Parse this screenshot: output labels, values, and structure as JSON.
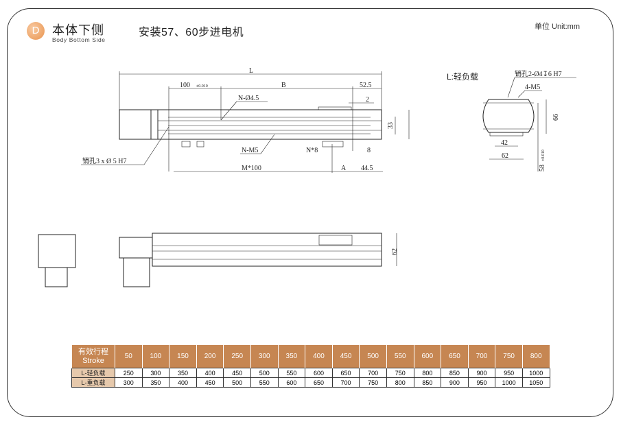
{
  "header": {
    "badge": "D",
    "section_title": "本体下侧",
    "section_subtitle": "Body Bottom Side",
    "title": "安装57、60步进电机",
    "unit": "单位 Unit:mm"
  },
  "drawing": {
    "top_view": {
      "L": "L",
      "dim_100": "100",
      "tol_100": "±0.010",
      "B": "B",
      "dim_52_5": "52.5",
      "hole": "N-Ø4.5",
      "dim_2": "2",
      "dim_33": "33",
      "n_m5": "N-M5",
      "n8": "N*8",
      "dim_8": "8",
      "pin": "销孔3 x Ø 5 H7",
      "m100": "M*100",
      "A": "A",
      "dim_44_5": "44.5"
    },
    "end_view": {
      "title": "L:轻负载",
      "pin": "销孔2-Ø4↧6 H7",
      "m5": "4-M5",
      "dim_66": "66",
      "dim_42": "42",
      "dim_62": "62",
      "dim_58": "58",
      "tol_58": "±0.010"
    },
    "side_view": {
      "dim_62": "62"
    }
  },
  "table": {
    "header_label": "有效行程",
    "header_label_en": "Stroke",
    "strokes": [
      "50",
      "100",
      "150",
      "200",
      "250",
      "300",
      "350",
      "400",
      "450",
      "500",
      "550",
      "600",
      "650",
      "700",
      "750",
      "800"
    ],
    "rows": [
      {
        "label": "L-轻负载",
        "values": [
          "250",
          "300",
          "350",
          "400",
          "450",
          "500",
          "550",
          "600",
          "650",
          "700",
          "750",
          "800",
          "850",
          "900",
          "950",
          "1000"
        ]
      },
      {
        "label": "L-重负载",
        "values": [
          "300",
          "350",
          "400",
          "450",
          "500",
          "550",
          "600",
          "650",
          "700",
          "750",
          "800",
          "850",
          "900",
          "950",
          "1000",
          "1050"
        ]
      }
    ]
  }
}
